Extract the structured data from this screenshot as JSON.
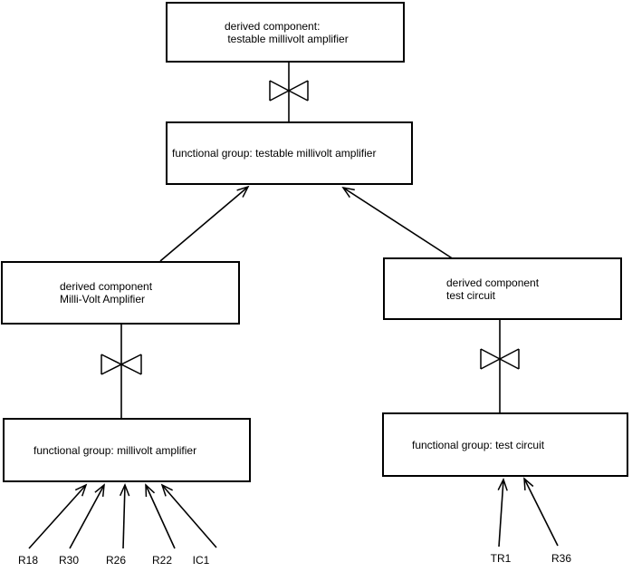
{
  "colors": {
    "background": "#ffffff",
    "line": "#000000",
    "text": "#000000"
  },
  "nodes": {
    "top_derived": {
      "line1": "derived component:",
      "line2": " testable millivolt amplifier"
    },
    "fg_testable": {
      "line1": "functional group: testable millivolt amplifier"
    },
    "left_derived": {
      "line1": "derived component",
      "line2": "Milli-Volt Amplifier"
    },
    "fg_millivolt": {
      "line1": "functional group: millivolt amplifier"
    },
    "right_derived": {
      "line1": "derived component",
      "line2": "test circuit"
    },
    "fg_test": {
      "line1": "functional group: test circuit"
    }
  },
  "leaves": {
    "r18": "R18",
    "r30": "R30",
    "r26": "R26",
    "r22": "R22",
    "ic1": "IC1",
    "tr1": "TR1",
    "r36": "R36"
  }
}
